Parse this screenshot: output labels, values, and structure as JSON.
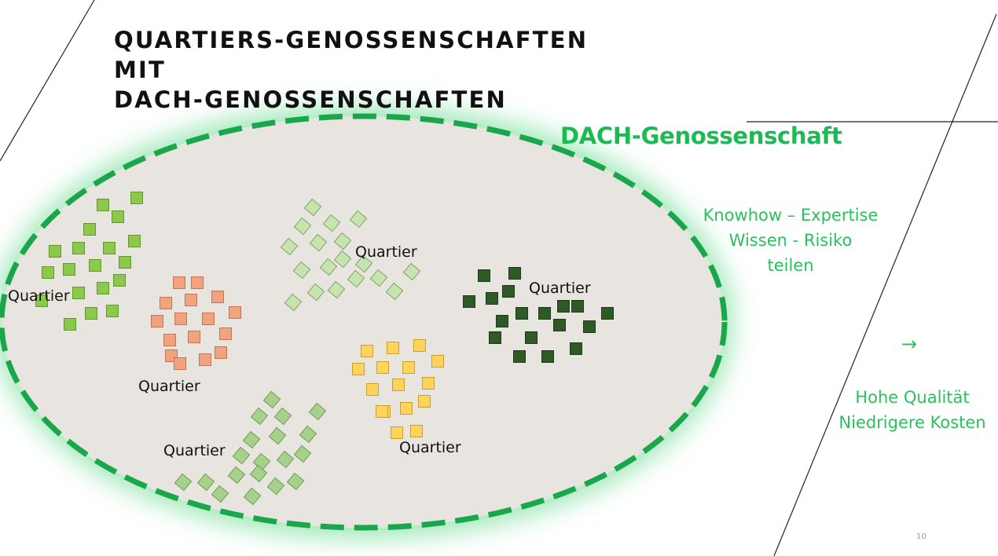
{
  "slide": {
    "title_lines": [
      "QUARTIERS-GENOSSENSCHAFTEN",
      "MIT",
      "DACH-GENOSSENSCHAFTEN"
    ],
    "coop_label": "DACH-Genossenschaft",
    "sharing_lines": [
      "Knowhow – Expertise",
      "Wissen - Risiko",
      "teilen"
    ],
    "arrow": "→",
    "outcome_lines": [
      "Hohe Qualität",
      "Niedrigere Kosten"
    ],
    "page_number": "10"
  },
  "colors": {
    "accent_green": "#1db954",
    "ellipse_fill": "#e8e5e0",
    "dash_stroke": "#1aa64a"
  },
  "quarters": [
    {
      "label": "Quartier",
      "color": "#8cc84b",
      "stroke": "#5f9a2e",
      "tilted": false
    },
    {
      "label": "Quartier",
      "color": "#f0a37e",
      "stroke": "#c27750",
      "tilted": false
    },
    {
      "label": "Quartier",
      "color": "#c7e4b0",
      "stroke": "#7fa266",
      "tilted": true
    },
    {
      "label": "Quartier",
      "color": "#2f5a25",
      "stroke": "#1d3b17",
      "tilted": false
    },
    {
      "label": "Quartier",
      "color": "#ffd35c",
      "stroke": "#c9a02e",
      "tilted": false
    },
    {
      "label": "Quartier",
      "color": "#a6d18a",
      "stroke": "#6e9a57",
      "tilted": true
    }
  ]
}
